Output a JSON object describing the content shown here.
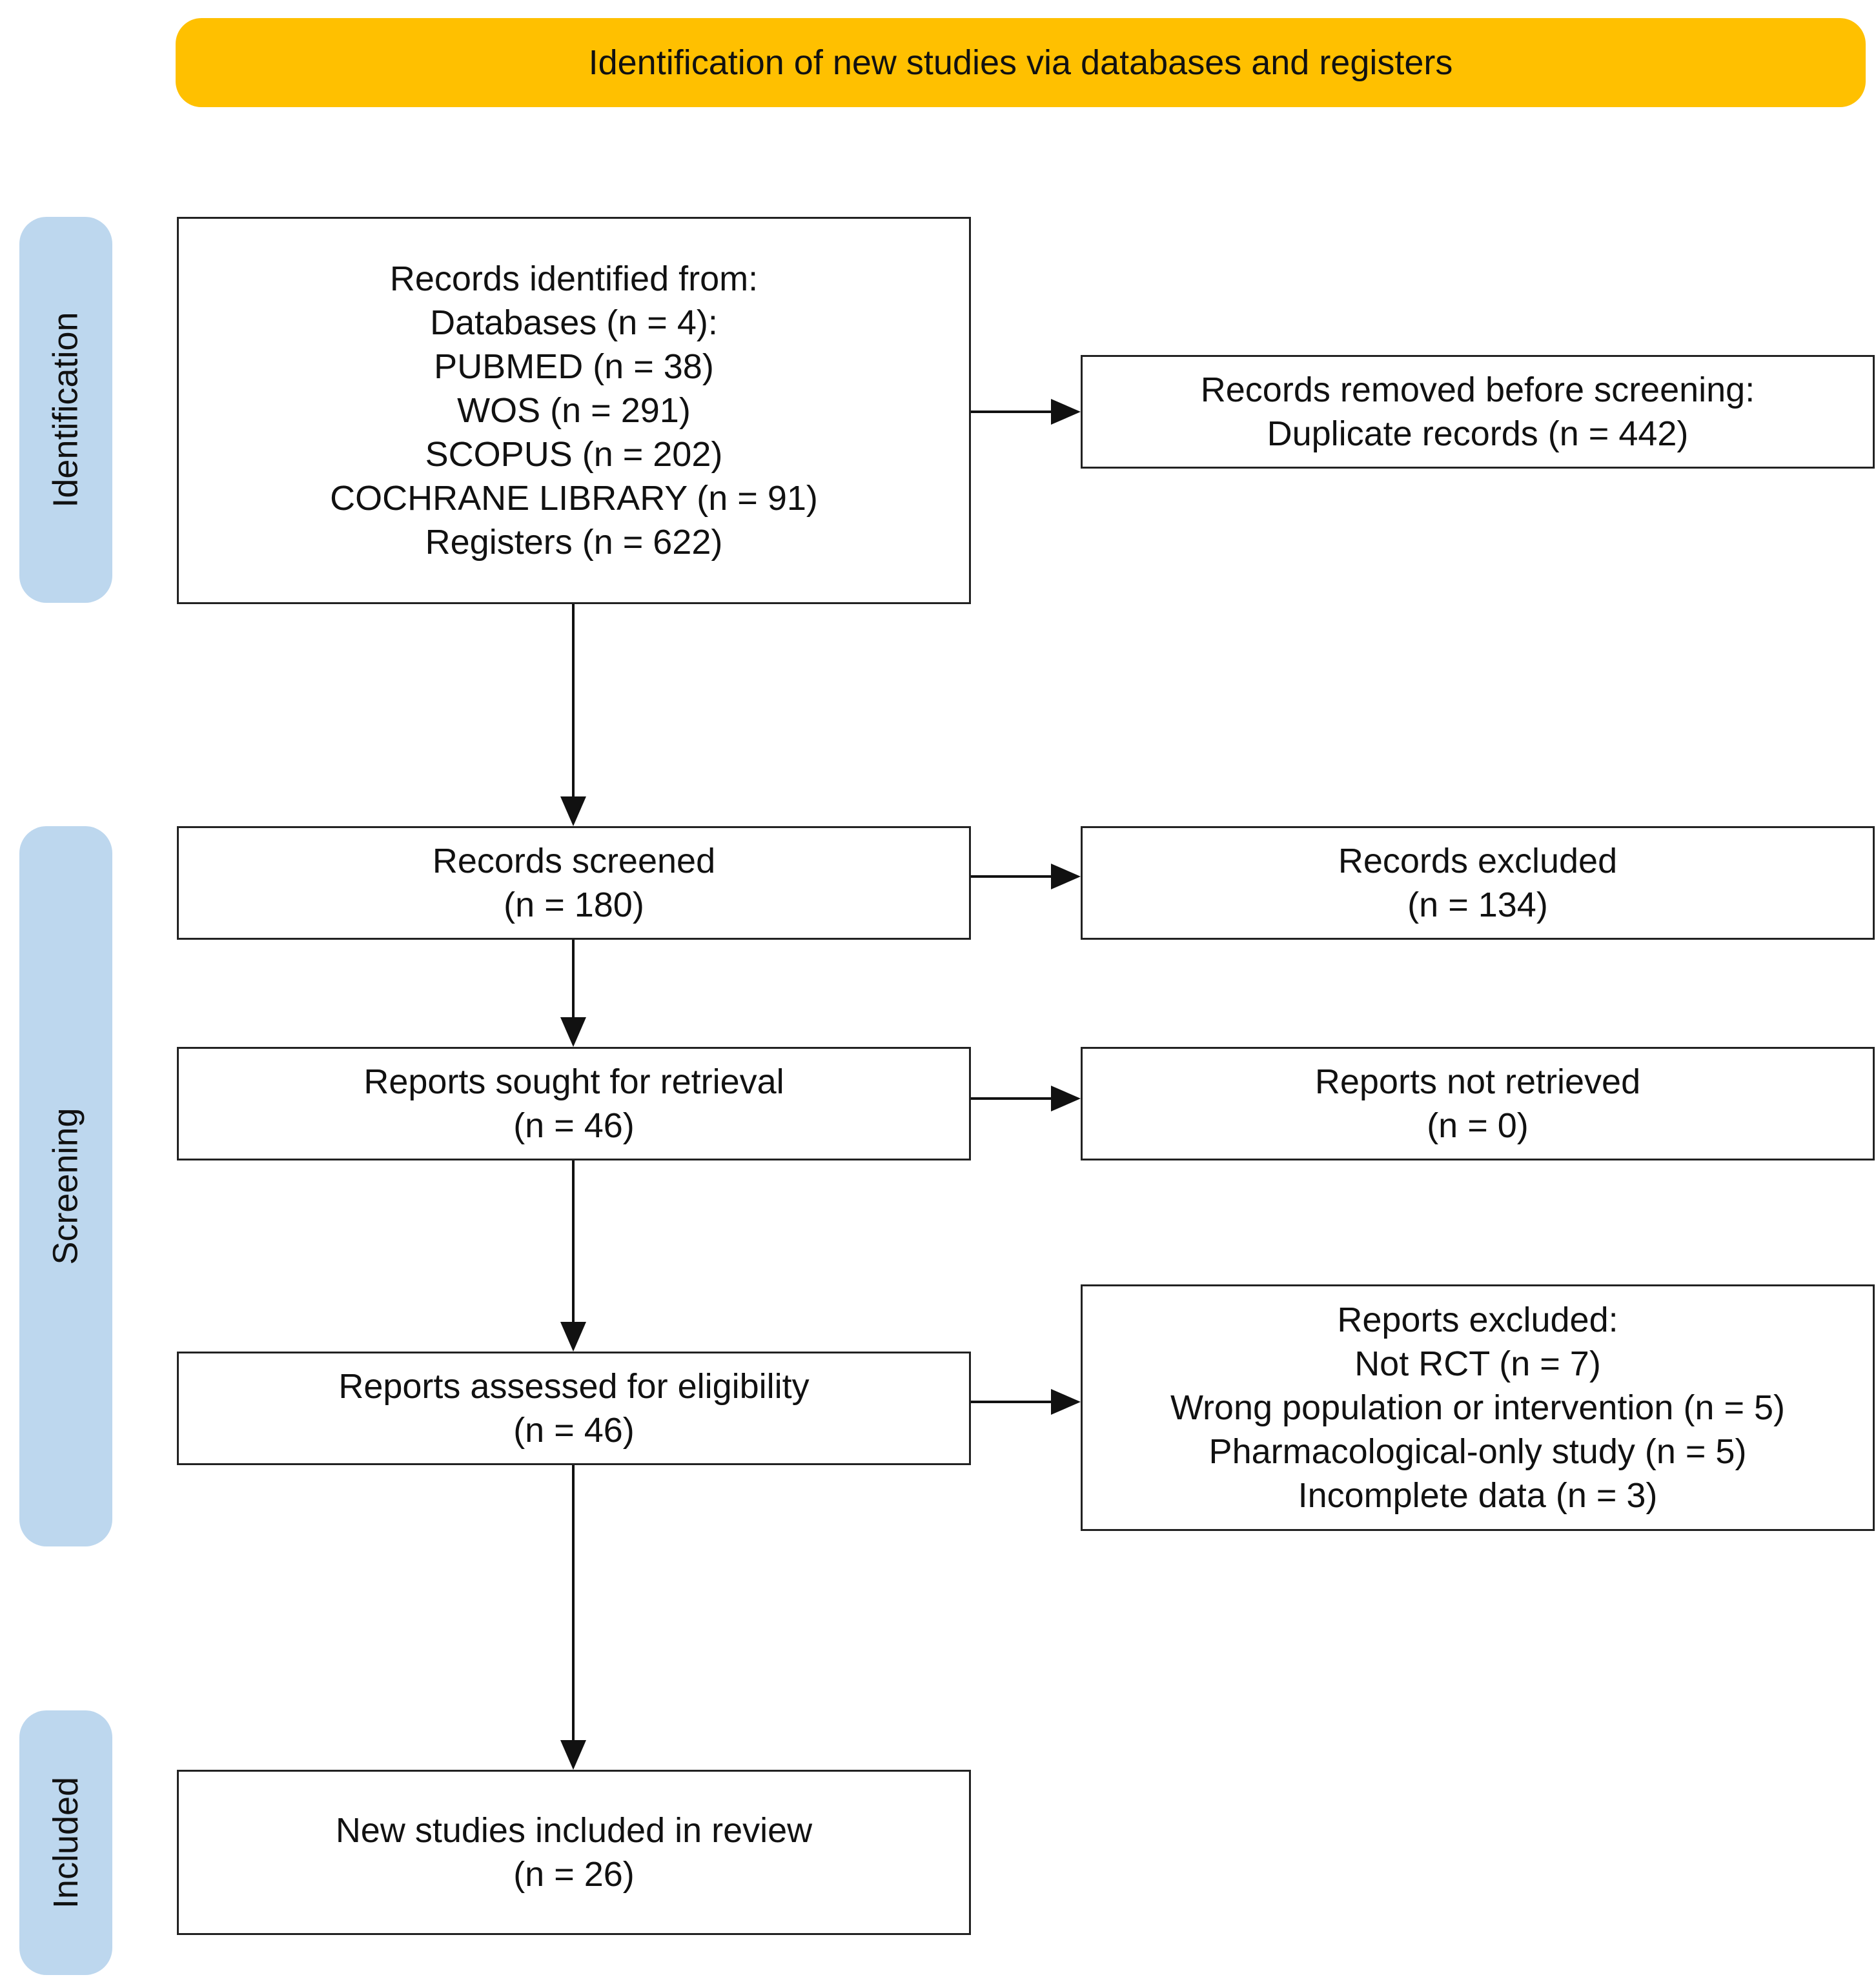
{
  "colors": {
    "header_fill": "#FFC000",
    "phase_fill": "#BDD7EE",
    "box_border": "#222222",
    "arrow": "#111111"
  },
  "header": {
    "title": "Identification of new studies via databases and registers"
  },
  "phases": {
    "identification": "Identification",
    "screening": "Screening",
    "included": "Included"
  },
  "boxes": {
    "records_identified": {
      "lines": [
        "Records identified from:",
        "Databases (n = 4):",
        "PUBMED (n = 38)",
        "WOS (n = 291)",
        "SCOPUS (n = 202)",
        "COCHRANE LIBRARY (n = 91)",
        "Registers (n = 622)"
      ]
    },
    "records_removed": {
      "lines": [
        "Records removed before screening:",
        "Duplicate records (n = 442)"
      ]
    },
    "records_screened": {
      "lines": [
        "Records screened",
        "(n = 180)"
      ]
    },
    "records_excluded": {
      "lines": [
        "Records excluded",
        "(n = 134)"
      ]
    },
    "reports_sought": {
      "lines": [
        "Reports sought for retrieval",
        "(n = 46)"
      ]
    },
    "reports_not_retrieved": {
      "lines": [
        "Reports not retrieved",
        "(n = 0)"
      ]
    },
    "reports_assessed": {
      "lines": [
        "Reports assessed for eligibility",
        "(n = 46)"
      ]
    },
    "reports_excluded": {
      "lines": [
        "Reports excluded:",
        "Not RCT (n = 7)",
        "Wrong population or intervention (n = 5)",
        "Pharmacological-only study (n = 5)",
        "Incomplete data (n = 3)"
      ]
    },
    "studies_included": {
      "lines": [
        "New studies included in review",
        "(n = 26)"
      ]
    }
  }
}
